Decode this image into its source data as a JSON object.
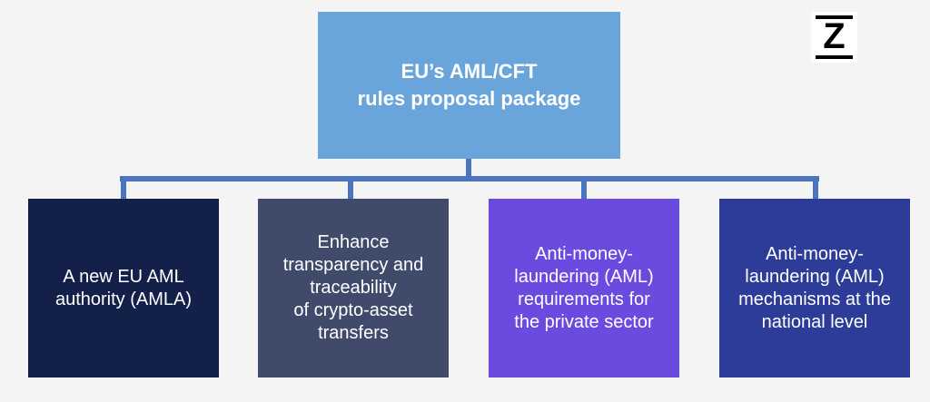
{
  "diagram": {
    "root": {
      "label_lines": [
        "EU’s AML/CFT",
        "rules proposal package"
      ]
    },
    "children": [
      {
        "label_lines": [
          "A new EU AML",
          "authority (AMLA)"
        ]
      },
      {
        "label_lines": [
          "Enhance",
          "transparency and",
          "traceability",
          "of crypto-asset",
          "transfers"
        ]
      },
      {
        "label_lines": [
          "Anti-money-",
          "laundering (AML)",
          "requirements for",
          "the private sector"
        ]
      },
      {
        "label_lines": [
          "Anti-money-",
          "laundering (AML)",
          "mechanisms at the",
          "national level"
        ]
      }
    ]
  },
  "logo": {
    "letter": "Z"
  },
  "colors": {
    "background": "#f4f4f4",
    "root_box": "#69a5da",
    "connector": "#4a74bd",
    "child_1": "#13204a",
    "child_2": "#404a6b",
    "child_3": "#6b4adf",
    "child_4": "#2c3c98",
    "text": "#ffffff"
  }
}
